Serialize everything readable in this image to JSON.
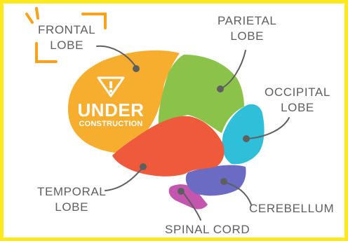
{
  "badge": {
    "line1": "UNDER",
    "line2": "CONSTRUCTION",
    "icon": "warning-triangle-icon"
  },
  "labels": {
    "frontal": {
      "line1": "FRONTAL",
      "line2": "LOBE"
    },
    "parietal": {
      "line1": "PARIETAL",
      "line2": "LOBE"
    },
    "occipital": {
      "line1": "OCCIPITAL",
      "line2": "LOBE"
    },
    "temporal": {
      "line1": "TEMPORAL",
      "line2": "LOBE"
    },
    "cerebellum": "CEREBELLUM",
    "spinal": "SPINAL CORD"
  },
  "colors": {
    "frontal": "#f7ad2d",
    "parietal": "#8bc34a",
    "occipital": "#2fbfd9",
    "temporal": "#ee5a3a",
    "cerebellum": "#6b6bc4",
    "spinal": "#c456b0",
    "accent": "#f7a21b",
    "frame": "#ffe81c"
  }
}
